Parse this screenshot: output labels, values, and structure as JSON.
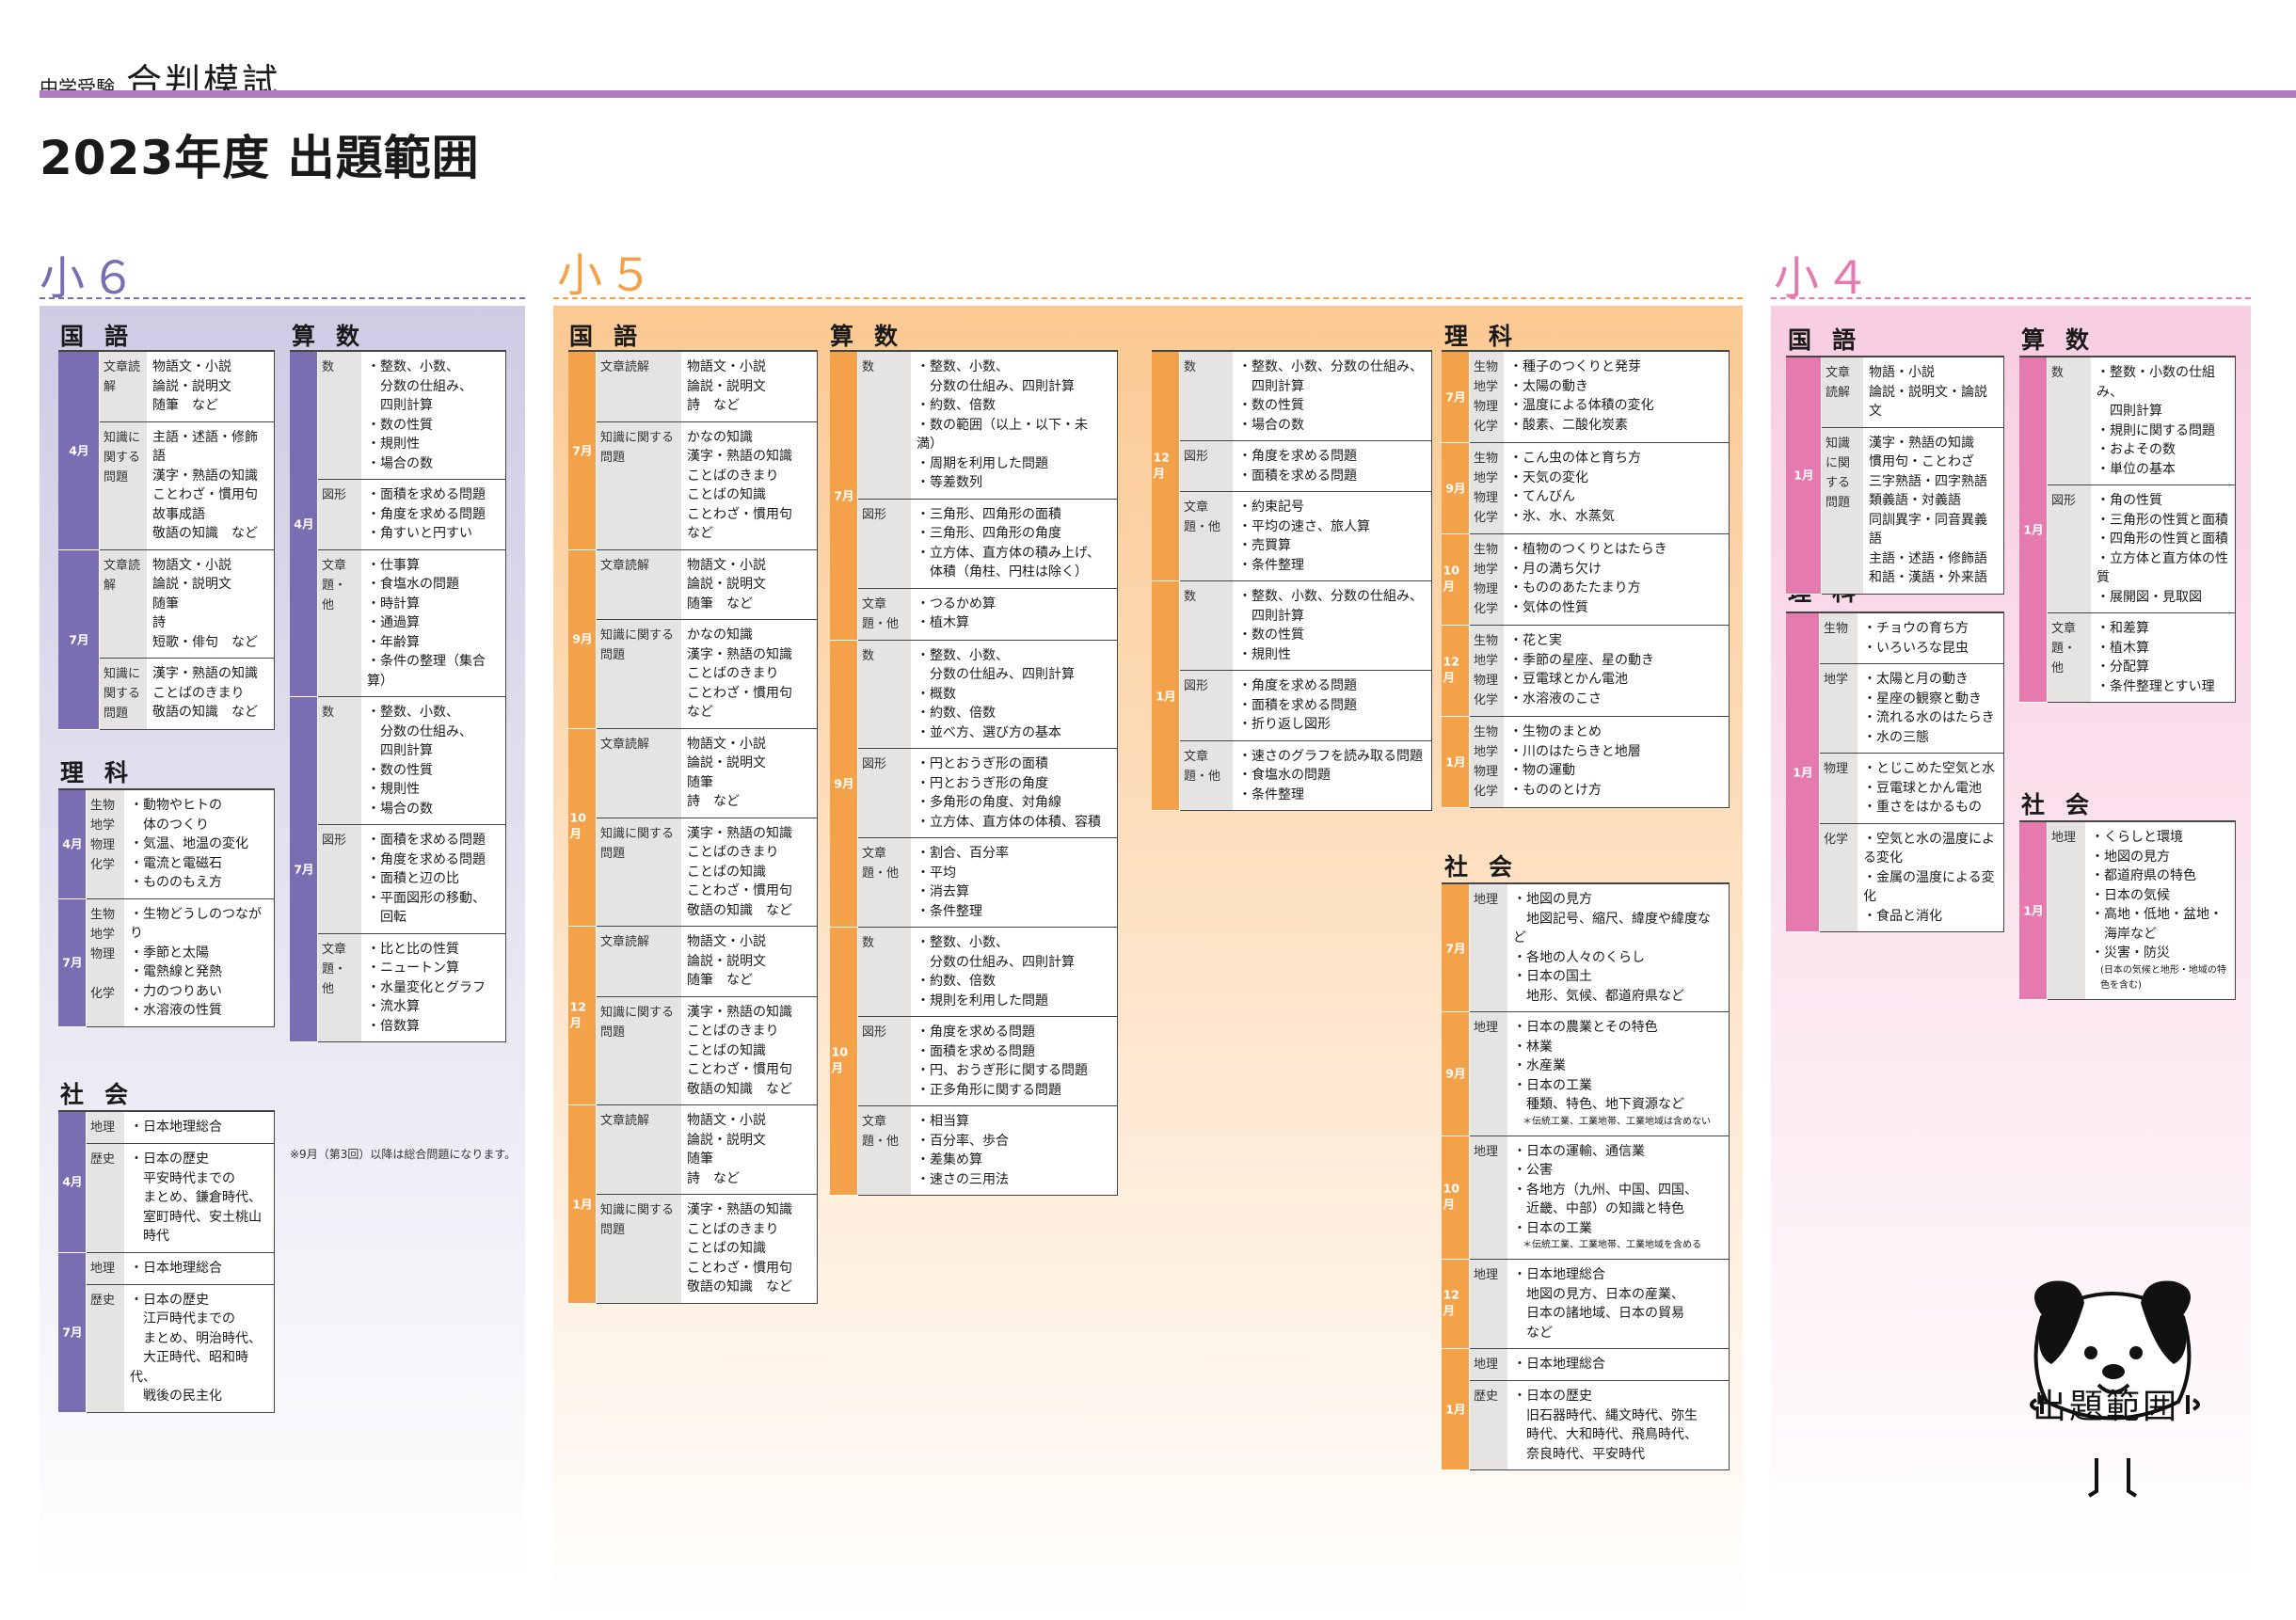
{
  "header": {
    "sub": "中学受験",
    "brand": "合判模試",
    "title": "2023年度 出題範囲"
  },
  "colors": {
    "g6": "#7b6db2",
    "g5": "#f3a24a",
    "g4": "#e57aae",
    "header_line": "#b27cc0"
  },
  "grades": {
    "g6": {
      "label": "小６",
      "subjects": {
        "kokugo": "国語",
        "sansu": "算数",
        "rika": "理科",
        "shakai": "社会"
      },
      "kokugo": [
        {
          "month": "4月",
          "rows": [
            {
              "cat": "文章読解",
              "items": "物語文・小説\n論説・説明文\n随筆　など"
            },
            {
              "cat": "知識に関する問題",
              "items": "主語・述語・修飾語\n漢字・熟語の知識\nことわざ・慣用句\n故事成語\n敬語の知識　など"
            }
          ]
        },
        {
          "month": "7月",
          "rows": [
            {
              "cat": "文章読解",
              "items": "物語文・小説\n論説・説明文\n随筆\n詩\n短歌・俳句　など"
            },
            {
              "cat": "知識に関する問題",
              "items": "漢字・熟語の知識\nことばのきまり\n敬語の知識　など"
            }
          ]
        }
      ],
      "sansu": [
        {
          "month": "4月",
          "rows": [
            {
              "cat": "数",
              "items": "・整数、小数、\n　分数の仕組み、\n　四則計算\n・数の性質\n・規則性\n・場合の数"
            },
            {
              "cat": "図形",
              "items": "・面積を求める問題\n・角度を求める問題\n・角すいと円すい"
            },
            {
              "cat": "文章題・他",
              "items": "・仕事算\n・食塩水の問題\n・時計算\n・通過算\n・年齢算\n・条件の整理（集合算）"
            }
          ]
        },
        {
          "month": "7月",
          "rows": [
            {
              "cat": "数",
              "items": "・整数、小数、\n　分数の仕組み、\n　四則計算\n・数の性質\n・規則性\n・場合の数"
            },
            {
              "cat": "図形",
              "items": "・面積を求める問題\n・角度を求める問題\n・面積と辺の比\n・平面図形の移動、\n　回転"
            },
            {
              "cat": "文章題・他",
              "items": "・比と比の性質\n・ニュートン算\n・水量変化とグラフ\n・流水算\n・倍数算"
            }
          ]
        }
      ],
      "rika": [
        {
          "month": "4月",
          "rows": [
            {
              "cat": "生物\n地学\n物理\n化学",
              "items": "・動物やヒトの\n　体のつくり\n・気温、地温の変化\n・電流と電磁石\n・もののもえ方"
            }
          ]
        },
        {
          "month": "7月",
          "rows": [
            {
              "cat": "生物\n地学\n物理\n\n化学",
              "items": "・生物どうしのつながり\n・季節と太陽\n・電熱線と発熱\n・力のつりあい\n・水溶液の性質"
            }
          ]
        }
      ],
      "shakai": [
        {
          "month": "4月",
          "rows": [
            {
              "cat": "地理",
              "items": "・日本地理総合"
            },
            {
              "cat": "歴史",
              "items": "・日本の歴史\n　平安時代までの\n　まとめ、鎌倉時代、\n　室町時代、安土桃山\n　時代"
            }
          ]
        },
        {
          "month": "7月",
          "rows": [
            {
              "cat": "地理",
              "items": "・日本地理総合"
            },
            {
              "cat": "歴史",
              "items": "・日本の歴史\n　江戸時代までの\n　まとめ、明治時代、\n　大正時代、昭和時代、\n　戦後の民主化"
            }
          ]
        }
      ],
      "note": "※9月（第3回）以降は総合問題になります。"
    },
    "g5": {
      "label": "小５",
      "subjects": {
        "kokugo": "国語",
        "sansu": "算数",
        "rika": "理科",
        "shakai": "社会"
      },
      "kokugo": [
        {
          "month": "7月",
          "rows": [
            {
              "cat": "文章読解",
              "items": "物語文・小説\n論説・説明文\n詩　など"
            },
            {
              "cat": "知識に関する問題",
              "items": "かなの知識\n漢字・熟語の知識\nことばのきまり\nことばの知識\nことわざ・慣用句\nなど"
            }
          ]
        },
        {
          "month": "9月",
          "rows": [
            {
              "cat": "文章読解",
              "items": "物語文・小説\n論説・説明文\n随筆　など"
            },
            {
              "cat": "知識に関する問題",
              "items": "かなの知識\n漢字・熟語の知識\nことばのきまり\nことわざ・慣用句\nなど"
            }
          ]
        },
        {
          "month": "10月",
          "rows": [
            {
              "cat": "文章読解",
              "items": "物語文・小説\n論説・説明文\n随筆\n詩　など"
            },
            {
              "cat": "知識に関する問題",
              "items": "漢字・熟語の知識\nことばのきまり\nことばの知識\nことわざ・慣用句\n敬語の知識　など"
            }
          ]
        },
        {
          "month": "12月",
          "rows": [
            {
              "cat": "文章読解",
              "items": "物語文・小説\n論説・説明文\n随筆　など"
            },
            {
              "cat": "知識に関する問題",
              "items": "漢字・熟語の知識\nことばのきまり\nことばの知識\nことわざ・慣用句\n敬語の知識　など"
            }
          ]
        },
        {
          "month": "1月",
          "rows": [
            {
              "cat": "文章読解",
              "items": "物語文・小説\n論説・説明文\n随筆\n詩　など"
            },
            {
              "cat": "知識に関する問題",
              "items": "漢字・熟語の知識\nことばのきまり\nことばの知識\nことわざ・慣用句\n敬語の知識　など"
            }
          ]
        }
      ],
      "sansu1": [
        {
          "month": "7月",
          "rows": [
            {
              "cat": "数",
              "items": "・整数、小数、\n　分数の仕組み、四則計算\n・約数、倍数\n・数の範囲（以上・以下・未満）\n・周期を利用した問題\n・等差数列"
            },
            {
              "cat": "図形",
              "items": "・三角形、四角形の面積\n・三角形、四角形の角度\n・立方体、直方体の積み上げ、\n　体積（角柱、円柱は除く）"
            },
            {
              "cat": "文章題・他",
              "items": "・つるかめ算\n・植木算"
            }
          ]
        },
        {
          "month": "9月",
          "rows": [
            {
              "cat": "数",
              "items": "・整数、小数、\n　分数の仕組み、四則計算\n・概数\n・約数、倍数\n・並べ方、選び方の基本"
            },
            {
              "cat": "図形",
              "items": "・円とおうぎ形の面積\n・円とおうぎ形の角度\n・多角形の角度、対角線\n・立方体、直方体の体積、容積"
            },
            {
              "cat": "文章題・他",
              "items": "・割合、百分率\n・平均\n・消去算\n・条件整理"
            }
          ]
        },
        {
          "month": "10月",
          "rows": [
            {
              "cat": "数",
              "items": "・整数、小数、\n　分数の仕組み、四則計算\n・約数、倍数\n・規則を利用した問題"
            },
            {
              "cat": "図形",
              "items": "・角度を求める問題\n・面積を求める問題\n・円、おうぎ形に関する問題\n・正多角形に関する問題"
            },
            {
              "cat": "文章題・他",
              "items": "・相当算\n・百分率、歩合\n・差集め算\n・速さの三用法"
            }
          ]
        }
      ],
      "sansu2": [
        {
          "month": "12月",
          "rows": [
            {
              "cat": "数",
              "items": "・整数、小数、分数の仕組み、\n　四則計算\n・数の性質\n・場合の数"
            },
            {
              "cat": "図形",
              "items": "・角度を求める問題\n・面積を求める問題"
            },
            {
              "cat": "文章題・他",
              "items": "・約束記号\n・平均の速さ、旅人算\n・売買算\n・条件整理"
            }
          ]
        },
        {
          "month": "1月",
          "rows": [
            {
              "cat": "数",
              "items": "・整数、小数、分数の仕組み、\n　四則計算\n・数の性質\n・規則性"
            },
            {
              "cat": "図形",
              "items": "・角度を求める問題\n・面積を求める問題\n・折り返し図形"
            },
            {
              "cat": "文章題・他",
              "items": "・速さのグラフを読み取る問題\n・食塩水の問題\n・条件整理"
            }
          ]
        }
      ],
      "rika": [
        {
          "month": "7月",
          "rows": [
            {
              "cat": "生物\n地学\n物理\n化学",
              "items": "・種子のつくりと発芽\n・太陽の動き\n・温度による体積の変化\n・酸素、二酸化炭素"
            }
          ]
        },
        {
          "month": "9月",
          "rows": [
            {
              "cat": "生物\n地学\n物理\n化学",
              "items": "・こん虫の体と育ち方\n・天気の変化\n・てんびん\n・氷、水、水蒸気"
            }
          ]
        },
        {
          "month": "10月",
          "rows": [
            {
              "cat": "生物\n地学\n物理\n化学",
              "items": "・植物のつくりとはたらき\n・月の満ち欠け\n・もののあたたまり方\n・気体の性質"
            }
          ]
        },
        {
          "month": "12月",
          "rows": [
            {
              "cat": "生物\n地学\n物理\n化学",
              "items": "・花と実\n・季節の星座、星の動き\n・豆電球とかん電池\n・水溶液のこさ"
            }
          ]
        },
        {
          "month": "1月",
          "rows": [
            {
              "cat": "生物\n地学\n物理\n化学",
              "items": "・生物のまとめ\n・川のはたらきと地層\n・物の運動\n・もののとけ方"
            }
          ]
        }
      ],
      "shakai": [
        {
          "month": "7月",
          "rows": [
            {
              "cat": "地理",
              "items": "・地図の見方\n　地図記号、縮尺、緯度や緯度など\n・各地の人々のくらし\n・日本の国土\n　地形、気候、都道府県など"
            }
          ]
        },
        {
          "month": "9月",
          "rows": [
            {
              "cat": "地理",
              "items": "・日本の農業とその特色\n・林業\n・水産業\n・日本の工業\n　種類、特色、地下資源など",
              "note": "＊伝統工業、工業地帯、工業地域は含めない"
            }
          ]
        },
        {
          "month": "10月",
          "rows": [
            {
              "cat": "地理",
              "items": "・日本の運輸、通信業\n・公害\n・各地方（九州、中国、四国、\n　近畿、中部）の知識と特色\n・日本の工業",
              "note": "＊伝統工業、工業地帯、工業地域を含める"
            }
          ]
        },
        {
          "month": "12月",
          "rows": [
            {
              "cat": "地理",
              "items": "・日本地理総合\n　地図の見方、日本の産業、\n　日本の諸地域、日本の貿易\n　など"
            }
          ]
        },
        {
          "month": "1月",
          "rows": [
            {
              "cat": "地理",
              "items": "・日本地理総合"
            },
            {
              "cat": "歴史",
              "items": "・日本の歴史\n　旧石器時代、縄文時代、弥生\n　時代、大和時代、飛鳥時代、\n　奈良時代、平安時代"
            }
          ]
        }
      ]
    },
    "g4": {
      "label": "小４",
      "subjects": {
        "kokugo": "国語",
        "sansu": "算数",
        "rika": "理科",
        "shakai": "社会"
      },
      "kokugo": [
        {
          "month": "1月",
          "rows": [
            {
              "cat": "文章読解",
              "items": "物語・小説\n論説・説明文・論説文"
            },
            {
              "cat": "知識に関する問題",
              "items": "漢字・熟語の知識\n慣用句・ことわざ\n三字熟語・四字熟語\n類義語・対義語\n同訓異字・同音異義語\n主語・述語・修飾語\n和語・漢語・外来語"
            }
          ]
        }
      ],
      "sansu": [
        {
          "month": "1月",
          "rows": [
            {
              "cat": "数",
              "items": "・整数・小数の仕組み、\n　四則計算\n・規則に関する問題\n・およその数\n・単位の基本"
            },
            {
              "cat": "図形",
              "items": "・角の性質\n・三角形の性質と面積\n・四角形の性質と面積\n・立方体と直方体の性質\n・展開図・見取図"
            },
            {
              "cat": "文章題・他",
              "items": "・和差算\n・植木算\n・分配算\n・条件整理とすい理"
            }
          ]
        }
      ],
      "rika": [
        {
          "month": "1月",
          "rows": [
            {
              "cat": "生物",
              "items": "・チョウの育ち方\n・いろいろな昆虫"
            },
            {
              "cat": "地学",
              "items": "・太陽と月の動き\n・星座の観察と動き\n・流れる水のはたらき\n・水の三態"
            },
            {
              "cat": "物理",
              "items": "・とじこめた空気と水\n・豆電球とかん電池\n・重さをはかるもの"
            },
            {
              "cat": "化学",
              "items": "・空気と水の温度による変化\n・金属の温度による変化\n・食品と消化"
            }
          ]
        }
      ],
      "shakai": [
        {
          "month": "1月",
          "rows": [
            {
              "cat": "地理",
              "items": "・くらしと環境\n・地図の見方\n・都道府県の特色\n・日本の気候\n・高地・低地・盆地・\n　海岸など\n・災害・防災",
              "note": "(日本の気候と地形・地域の特色を含む)"
            }
          ]
        }
      ]
    }
  },
  "mascot": {
    "label": "出題範囲"
  }
}
